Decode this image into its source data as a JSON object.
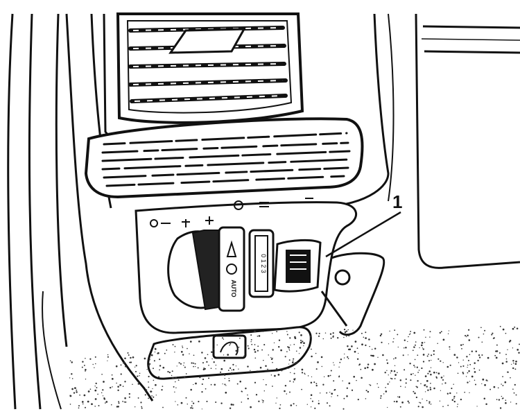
{
  "figure": {
    "callouts": [
      {
        "number": "1"
      }
    ],
    "switch_symbols": {
      "rotary_switch": "AUTO",
      "rocker_switch": "0 1 2 3"
    },
    "colors": {
      "ink": "#111111",
      "paper": "#ffffff",
      "stipple": "#333333"
    },
    "icons": {
      "hazard_switch": "hazard-warning-triangle-icon",
      "light_symbols": "lighting-symbols-icon"
    }
  }
}
